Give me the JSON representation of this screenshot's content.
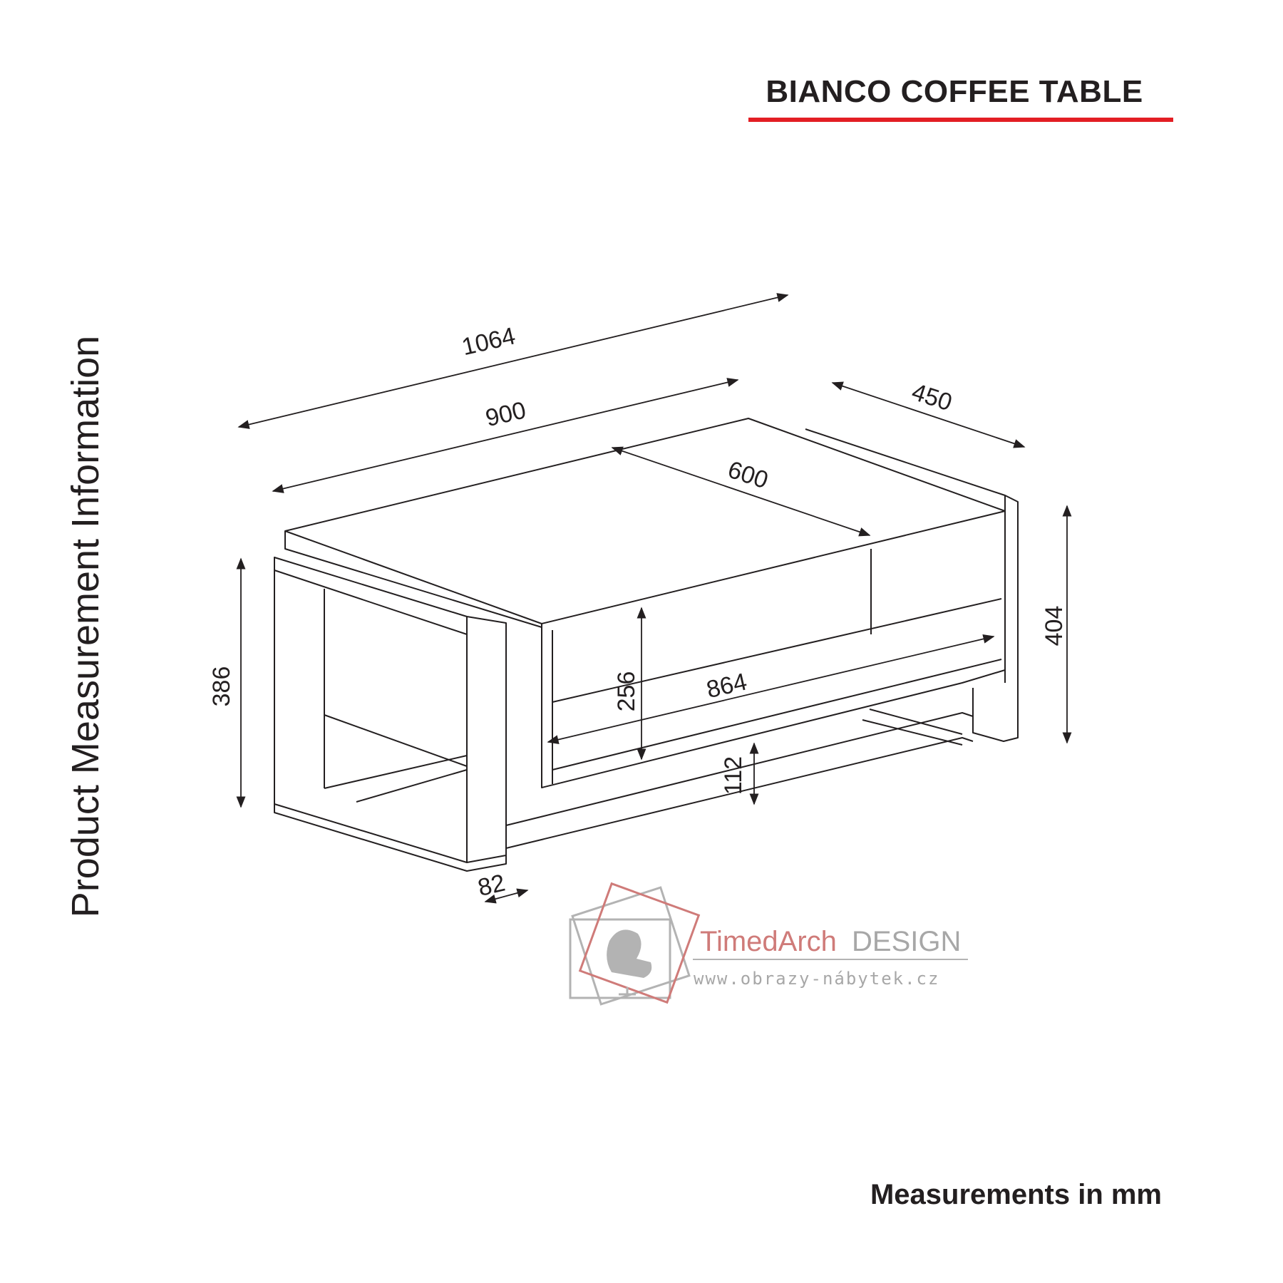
{
  "title": "BIANCO COFFEE TABLE",
  "side_label": "Product Measurement Information",
  "footer": "Measurements in mm",
  "dimensions": {
    "overall_length": "1064",
    "top_length": "900",
    "depth": "450",
    "shelf_top_span": "600",
    "height_left": "386",
    "height_right": "404",
    "shelf_gap": "256",
    "shelf_length": "864",
    "floor_clearance": "112",
    "panel_thickness": "82"
  },
  "watermark": {
    "brand_part1": "TimedArch",
    "brand_part2": "DESIGN",
    "url": "www.obrazy-nábytek.cz"
  },
  "colors": {
    "accent_red": "#e31e24",
    "line": "#231f20",
    "watermark_red": "#c0504d",
    "watermark_gray": "#8a8a8a"
  }
}
